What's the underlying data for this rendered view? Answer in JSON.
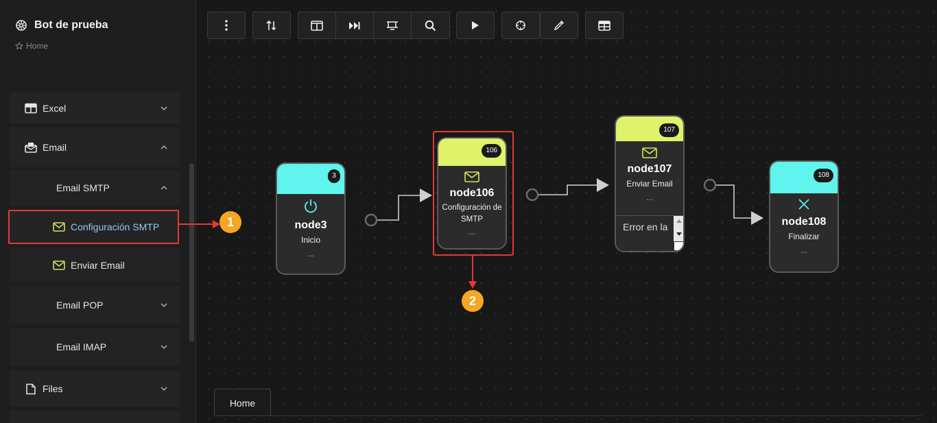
{
  "app": {
    "title": "Bot de prueba",
    "breadcrumb": "Home"
  },
  "sidebar": {
    "items": [
      {
        "label": "Excel",
        "icon": "table-icon"
      },
      {
        "label": "Email",
        "icon": "mailbox-icon"
      },
      {
        "label": "Email SMTP"
      },
      {
        "label": "Configuración SMTP",
        "icon": "envelope-icon",
        "selected": true
      },
      {
        "label": "Enviar Email",
        "icon": "envelope-icon"
      },
      {
        "label": "Email POP"
      },
      {
        "label": "Email IMAP"
      },
      {
        "label": "Files",
        "icon": "file-icon"
      }
    ]
  },
  "toolbar": [
    "more-vert-icon",
    "sort-icon",
    "layout-icon",
    "skip-forward-icon",
    "transform-icon",
    "search-icon",
    "play-icon",
    "crosshair-icon",
    "eyedropper-icon",
    "grid-icon"
  ],
  "nodes": [
    {
      "id": "3",
      "name": "node3",
      "desc": "Inicio",
      "more": "...",
      "color": "#5ff5ee",
      "icon": "power-icon"
    },
    {
      "id": "106",
      "name": "node106",
      "desc": "Configuración de SMTP",
      "more": "...",
      "color": "#dff26a",
      "icon": "envelope-icon"
    },
    {
      "id": "107",
      "name": "node107",
      "desc": "Enviar Email",
      "more": "...",
      "color": "#dff26a",
      "icon": "envelope-icon",
      "textarea": "Error en la"
    },
    {
      "id": "108",
      "name": "node108",
      "desc": "Finalizar",
      "more": "...",
      "color": "#5ff5ee",
      "icon": "close-icon"
    }
  ],
  "markers": [
    "1",
    "2"
  ],
  "tabs": [
    {
      "label": "Home"
    }
  ],
  "colors": {
    "accent": "#f5a623",
    "highlight": "#e53935",
    "selected_text": "#8ecbf0",
    "envelope_icon": "#d6e65c",
    "power_icon": "#5ff5ee"
  }
}
